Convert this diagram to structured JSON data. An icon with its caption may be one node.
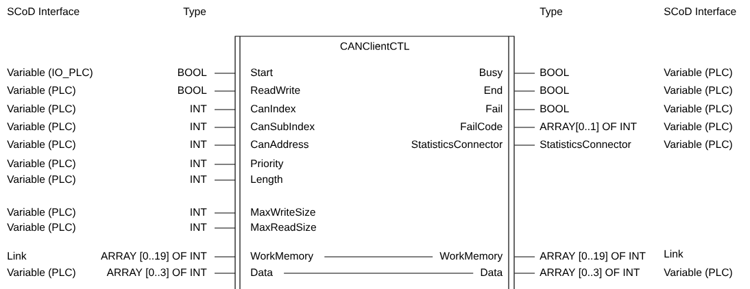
{
  "diagram": {
    "nodes": [
      {
        "text": [
          "CANClientCTL"
        ]
      },
      {
        "text": [
          "Start"
        ],
        "in": 0
      },
      {
        "text": [
          "ReadWrite"
        ],
        "in": 0
      },
      {
        "text": [
          "CanIndex"
        ],
        "in": 0
      },
      {
        "text": [
          "CanSubIndex"
        ],
        "in": 0
      },
      {
        "text": [
          "CanAddress"
        ],
        "in": 0
      },
      {
        "text": [
          "Priority"
        ],
        "in": 0
      },
      {
        "text": [
          "Length"
        ],
        "in": 0
      },
      {
        "text": [
          "MaxWriteSize"
        ],
        "in": 0
      },
      {
        "text": [
          "MaxReadSize"
        ],
        "in": 0
      },
      {
        "text": [
          "WorkMemory"
        ],
        "in": 0
      },
      {
        "text": [
          "Data"
        ],
        "in": 0
      },
      {
        "text": [
          "Busy"
        ],
        "in": 0
      },
      {
        "text": [
          "End"
        ],
        "in": 0
      },
      {
        "text": [
          "Fail"
        ],
        "in": 0
      },
      {
        "text": [
          "FailCode"
        ],
        "in": 0
      },
      {
        "text": [
          "StatisticsConnector"
        ],
        "in": 0
      },
      {
        "text": [
          "WorkMemory"
        ],
        "in": 0
      },
      {
        "text": [
          "Data"
        ],
        "in": 0
      },
      {
        "text": [
          "BOOL"
        ]
      },
      {
        "text": [
          "BOOL"
        ]
      },
      {
        "text": [
          "INT"
        ]
      },
      {
        "text": [
          "INT"
        ]
      },
      {
        "text": [
          "INT"
        ]
      },
      {
        "text": [
          "INT"
        ]
      },
      {
        "text": [
          "INT"
        ]
      },
      {
        "text": [
          "INT"
        ]
      },
      {
        "text": [
          "INT"
        ]
      },
      {
        "text": [
          "ARRAY [0..19] OF INT"
        ]
      },
      {
        "text": [
          "ARRAY [0..3] OF INT"
        ]
      },
      {
        "text": [
          "BOOL"
        ]
      },
      {
        "text": [
          "BOOL"
        ]
      },
      {
        "text": [
          "BOOL"
        ]
      },
      {
        "text": [
          "ARRAY[0..1] OF INT"
        ]
      },
      {
        "text": [
          "StatisticsConnector"
        ]
      },
      {
        "text": [
          "ARRAY [0..19] OF INT"
        ]
      },
      {
        "text": [
          "ARRAY [0..3] OF INT"
        ]
      }
    ],
    "edges": [
      {
        "from": 19,
        "to": 1,
        "arrow": "none"
      },
      {
        "from": 20,
        "to": 2,
        "arrow": "none"
      },
      {
        "from": 21,
        "to": 3,
        "arrow": "none"
      },
      {
        "from": 22,
        "to": 4,
        "arrow": "none"
      },
      {
        "from": 23,
        "to": 5,
        "arrow": "none"
      },
      {
        "from": 24,
        "to": 6,
        "arrow": "none"
      },
      {
        "from": 25,
        "to": 7,
        "arrow": "none"
      },
      {
        "from": 26,
        "to": 8,
        "arrow": "none"
      },
      {
        "from": 27,
        "to": 9,
        "arrow": "none"
      },
      {
        "from": 28,
        "to": 10,
        "arrow": "none"
      },
      {
        "from": 29,
        "to": 11,
        "arrow": "none"
      },
      {
        "from": 12,
        "to": 30,
        "arrow": "none"
      },
      {
        "from": 13,
        "to": 31,
        "arrow": "none"
      },
      {
        "from": 14,
        "to": 32,
        "arrow": "none"
      },
      {
        "from": 15,
        "to": 33,
        "arrow": "none"
      },
      {
        "from": 16,
        "to": 34,
        "arrow": "none"
      },
      {
        "from": 17,
        "to": 35,
        "arrow": "none"
      },
      {
        "from": 18,
        "to": 36,
        "arrow": "none"
      },
      {
        "from": 10,
        "to": 17,
        "arrow": "none"
      },
      {
        "from": 11,
        "to": 18,
        "arrow": "none"
      }
    ],
    "labels": [
      "SCoD Interface",
      "Type",
      "Type",
      "SCoD Interface",
      "Variable (IO_PLC)",
      "Variable (PLC)",
      "Variable (PLC)",
      "Variable (PLC)",
      "Variable (PLC)",
      "Variable (PLC)",
      "Variable (PLC)",
      "Variable (PLC)",
      "Variable (PLC)",
      "Link",
      "Variable (PLC)",
      "Variable (PLC)",
      "Variable (PLC)",
      "Variable (PLC)",
      "Variable (PLC)",
      "Variable (PLC)",
      "Link",
      "Variable (PLC)"
    ]
  }
}
